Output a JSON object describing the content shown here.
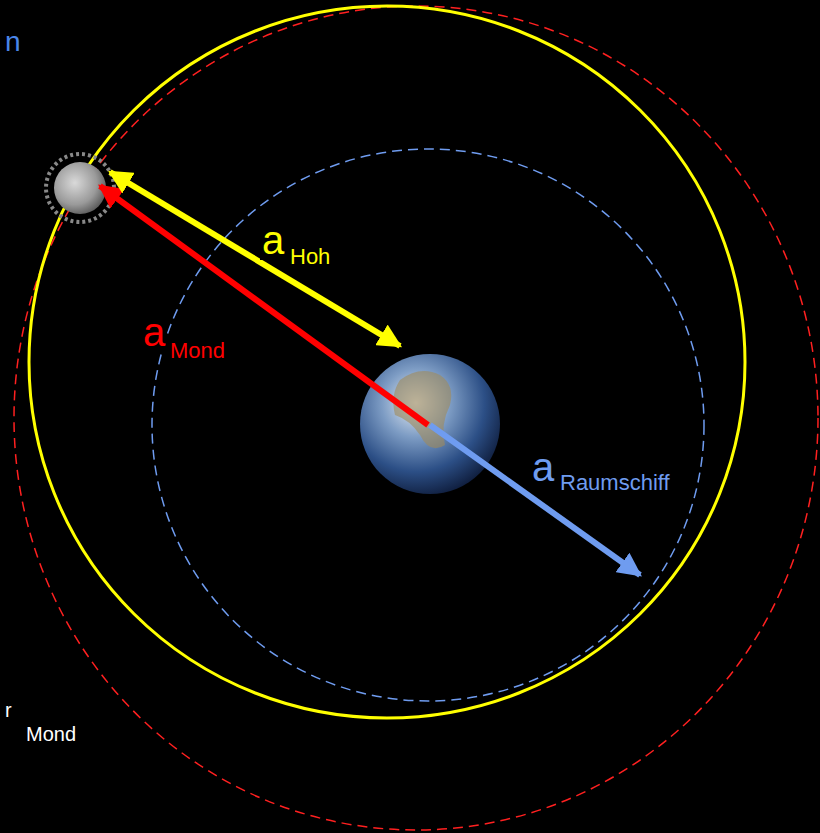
{
  "diagram": {
    "labels": [
      "n",
      "a",
      "Hoh",
      "a",
      "Mond",
      "a",
      "Raumschiff",
      "r",
      "Mond"
    ]
  }
}
